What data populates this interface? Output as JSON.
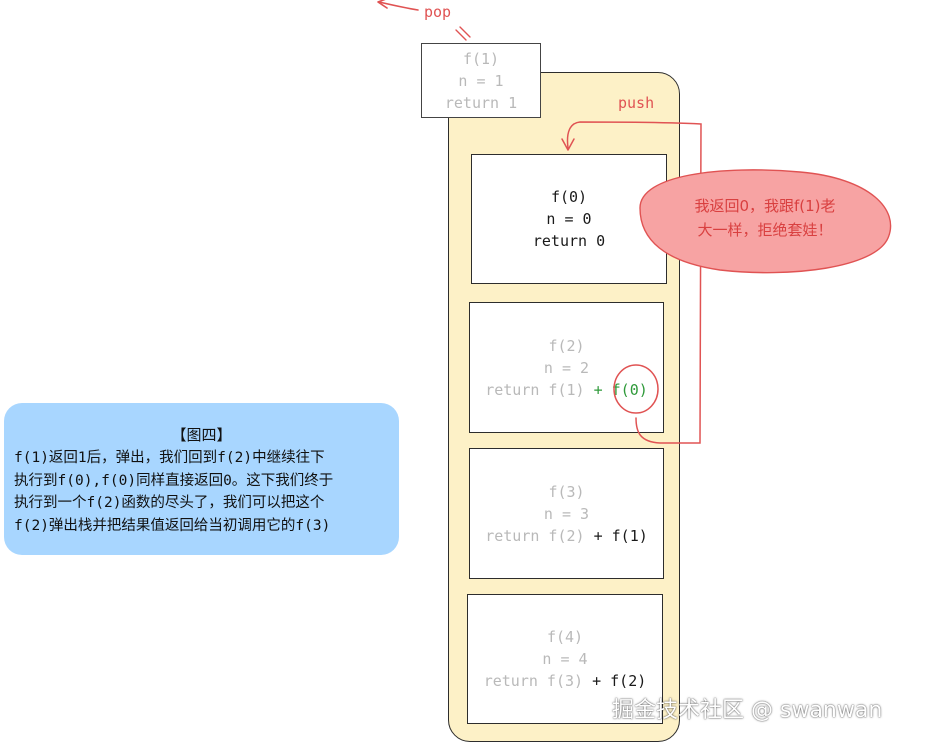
{
  "labels": {
    "pop": "pop",
    "push": "push"
  },
  "popped_frame": {
    "line1": "f(1)",
    "line2": "n = 1",
    "line3": "return 1"
  },
  "frames": {
    "f0": {
      "line1": "f(0)",
      "line2": "n = 0",
      "line3": "return 0"
    },
    "f2": {
      "line1": "f(2)",
      "line2": "n = 2",
      "line3_prefix": "return f(1)",
      "line3_op": "+",
      "line3_call": "f(0)"
    },
    "f3": {
      "line1": "f(3)",
      "line2": "n = 3",
      "line3_prefix": "return f(2)",
      "line3_rest": "+ f(1)"
    },
    "f4": {
      "line1": "f(4)",
      "line2": "n = 4",
      "line3_prefix": "return f(3)",
      "line3_rest": "+ f(2)"
    }
  },
  "bubble": {
    "line1": "我返回0，我跟f(1)老",
    "line2": "大一样，拒绝套娃！"
  },
  "note": {
    "title": "【图四】",
    "lines": [
      "f(1)返回1后，弹出，我们回到f(2)中继续往下",
      "执行到f(0),f(0)同样直接返回0。这下我们终于",
      "执行到一个f(2)函数的尽头了，我们可以把这个",
      "f(2)弹出栈并把结果值返回给当初调用它的f(3)"
    ]
  },
  "watermark": "掘金技术社区 @ swanwan",
  "colors": {
    "stack_fill": "#fdf1c7",
    "accent_red": "#e05353",
    "bubble_fill": "#f7a3a3",
    "note_fill": "#a8d6ff",
    "call_green": "#2f9a3a",
    "faded_text": "#b9b9b9"
  }
}
